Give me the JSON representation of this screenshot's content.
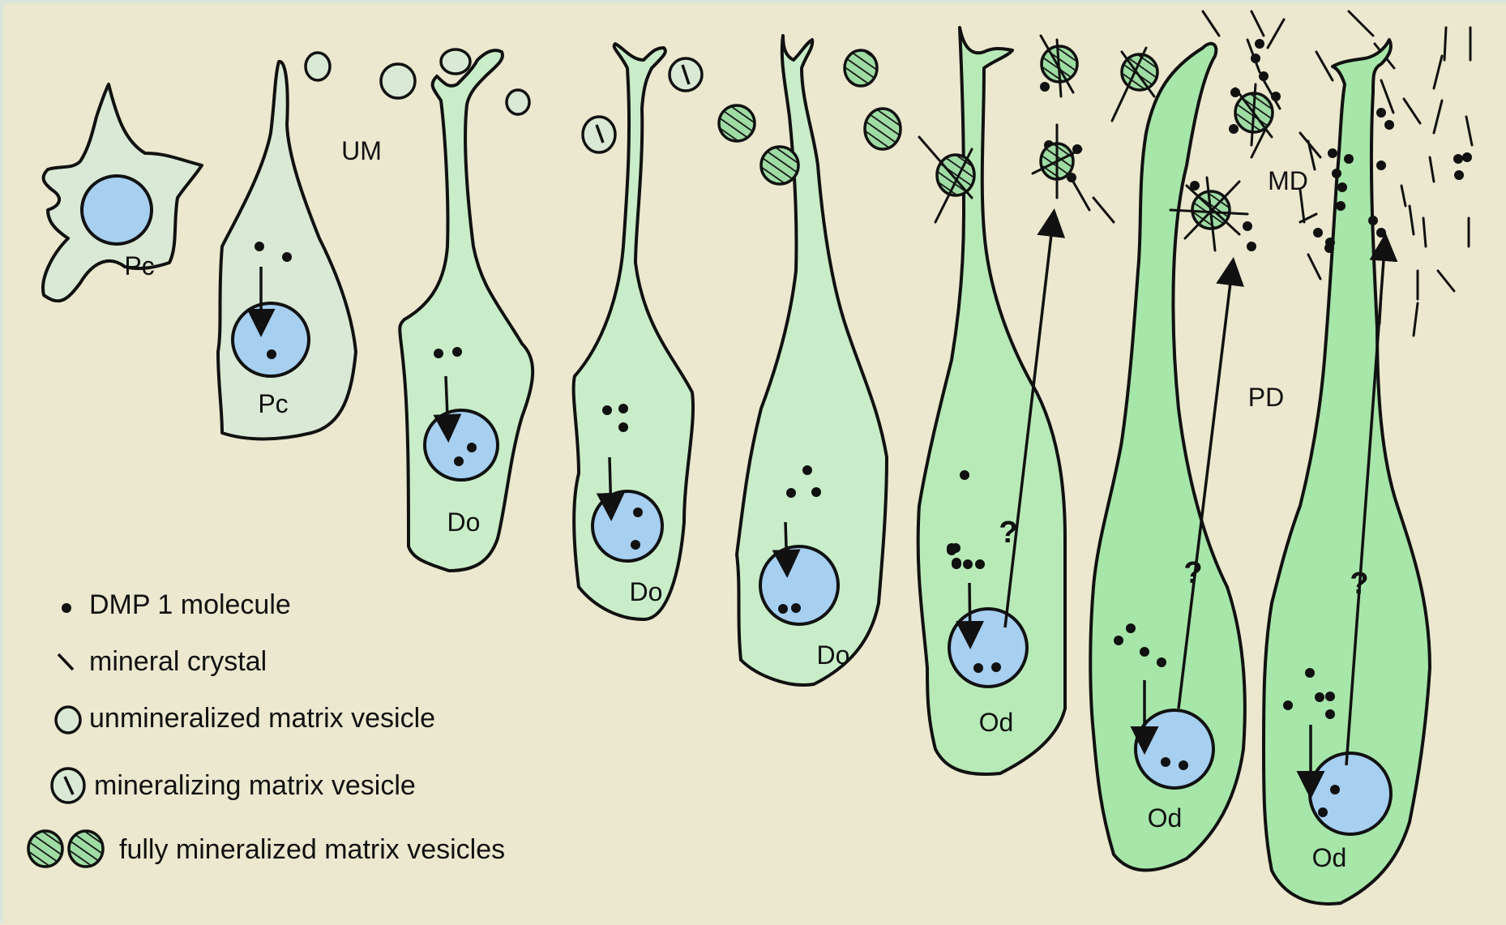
{
  "colors": {
    "background": "#ebe8cf",
    "cell_light": "#d9e9d5",
    "cell_mid": "#c8edc8",
    "cell_green": "#a6e6a9",
    "nucleus": "#a6cff0",
    "vesicle_green": "#9fdca4",
    "outline": "#111111"
  },
  "cells": {
    "pc1": "Pc",
    "pc2": "Pc",
    "do1": "Do",
    "do2": "Do",
    "do3": "Do",
    "od1": "Od",
    "od2": "Od",
    "od3": "Od"
  },
  "regions": {
    "um": "UM",
    "md": "MD",
    "pd": "PD"
  },
  "question_mark": "?",
  "legend": {
    "dmp1": "DMP 1 molecule",
    "crystal": "mineral crystal",
    "unmineralized": "unmineralized matrix vesicle",
    "mineralizing": "mineralizing matrix vesicle",
    "fully": "fully mineralized matrix vesicles"
  }
}
